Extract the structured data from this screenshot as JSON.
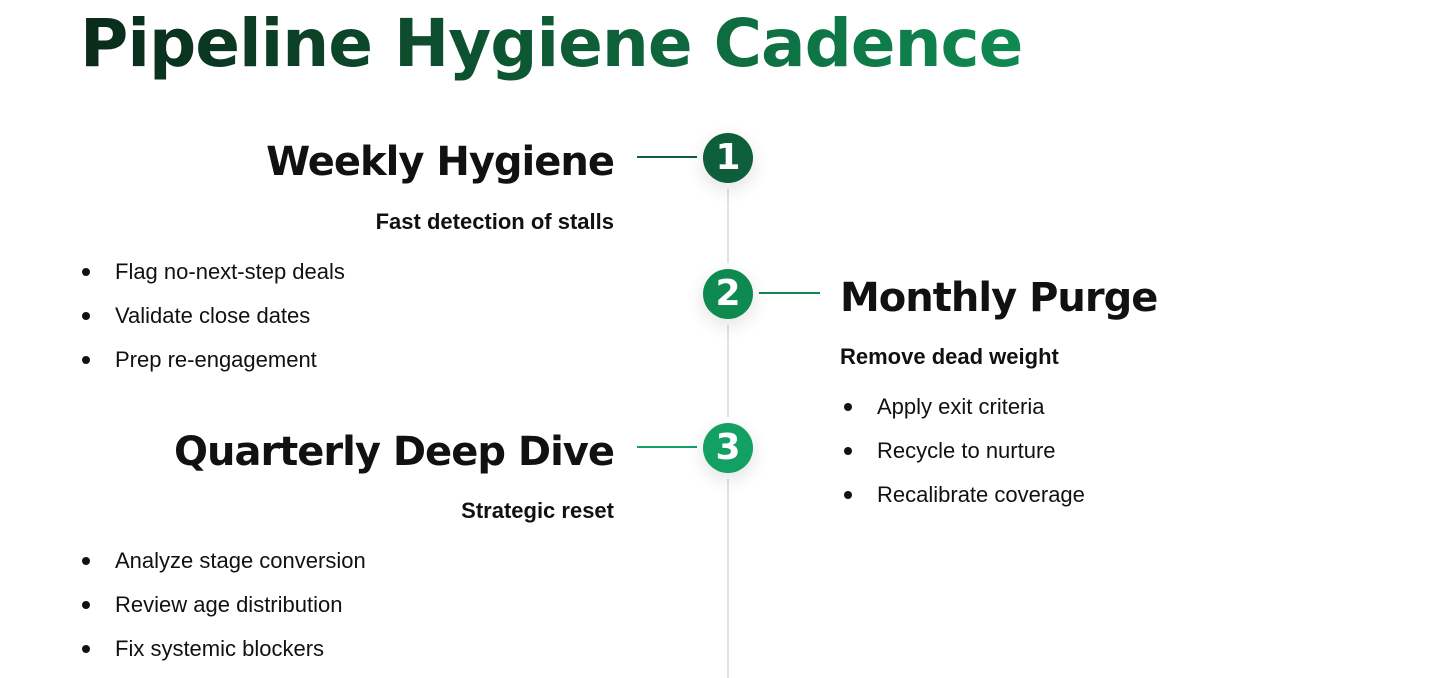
{
  "title": "Pipeline Hygiene Cadence",
  "colors": {
    "step1": "#0d5e3a",
    "step2": "#0e8a50",
    "step3": "#12a064",
    "timeline": "#e2e2e2",
    "text": "#111111"
  },
  "steps": [
    {
      "number": "1",
      "heading": "Weekly Hygiene",
      "subtitle": "Fast detection of stalls",
      "bullets": [
        "Flag no-next-step deals",
        "Validate close dates",
        "Prep re-engagement"
      ]
    },
    {
      "number": "2",
      "heading": "Monthly Purge",
      "subtitle": "Remove dead weight",
      "bullets": [
        "Apply exit criteria",
        "Recycle to nurture",
        "Recalibrate coverage"
      ]
    },
    {
      "number": "3",
      "heading": "Quarterly Deep Dive",
      "subtitle": "Strategic reset",
      "bullets": [
        "Analyze stage conversion",
        "Review age distribution",
        "Fix systemic blockers"
      ]
    }
  ]
}
